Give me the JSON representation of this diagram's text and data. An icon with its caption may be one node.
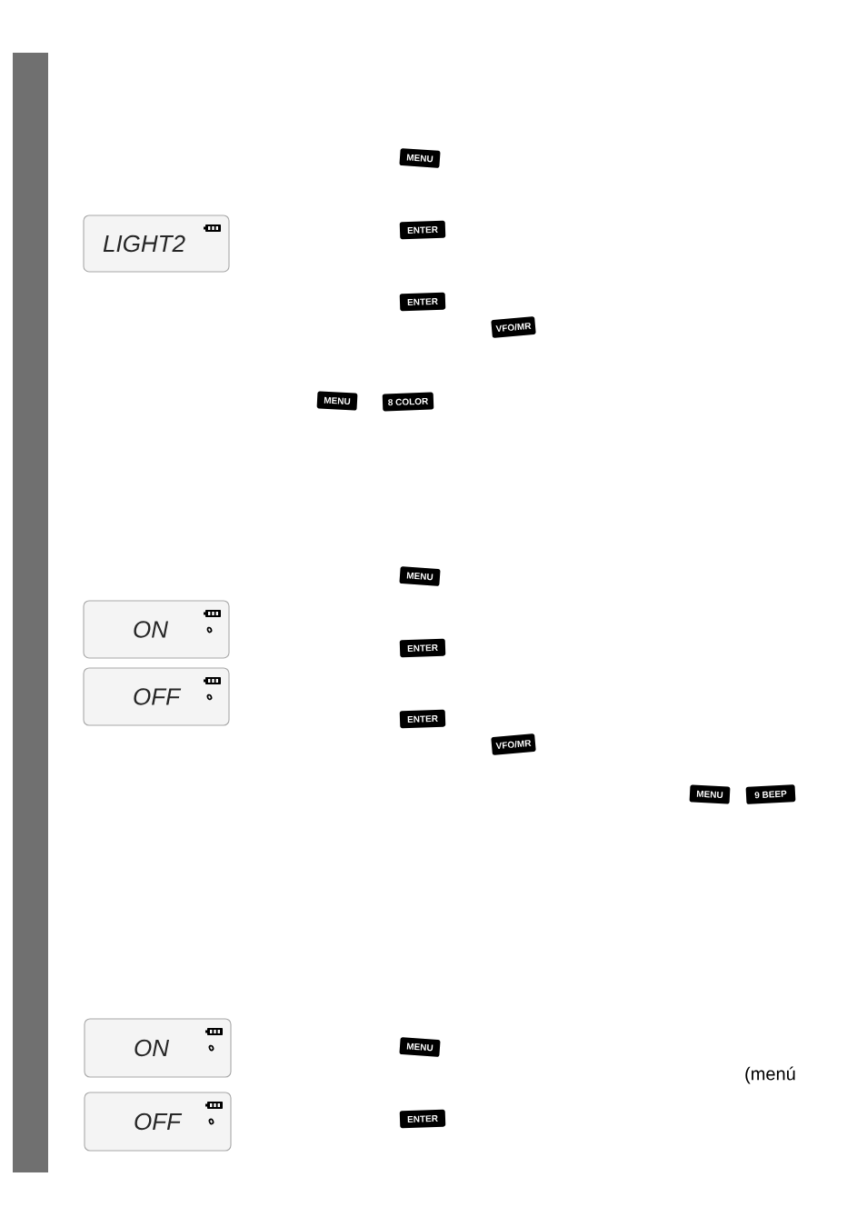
{
  "diagram": {
    "nodes": [
      {
        "text": [],
        "shape": "bar"
      },
      {
        "text": [
          "MENU"
        ]
      },
      {
        "text": [
          "LIGHT2"
        ]
      },
      {
        "text": [
          "ENTER"
        ]
      },
      {
        "text": [
          "ENTER"
        ]
      },
      {
        "text": [
          "VFO/MR"
        ]
      },
      {
        "text": [
          "MENU"
        ]
      },
      {
        "text": [
          "8 COLOR"
        ]
      },
      {
        "text": [
          "MENU"
        ]
      },
      {
        "text": [
          "ON"
        ]
      },
      {
        "text": [
          "ENTER"
        ]
      },
      {
        "text": [
          "OFF"
        ]
      },
      {
        "text": [
          "ENTER"
        ]
      },
      {
        "text": [
          "VFO/MR"
        ]
      },
      {
        "text": [
          "MENU"
        ]
      },
      {
        "text": [
          "9 BEEP"
        ]
      },
      {
        "text": [
          "ON"
        ]
      },
      {
        "text": [
          "MENU"
        ]
      },
      {
        "text": [
          "OFF"
        ]
      },
      {
        "text": [
          "ENTER"
        ]
      }
    ],
    "labels": [
      "(menú"
    ]
  }
}
